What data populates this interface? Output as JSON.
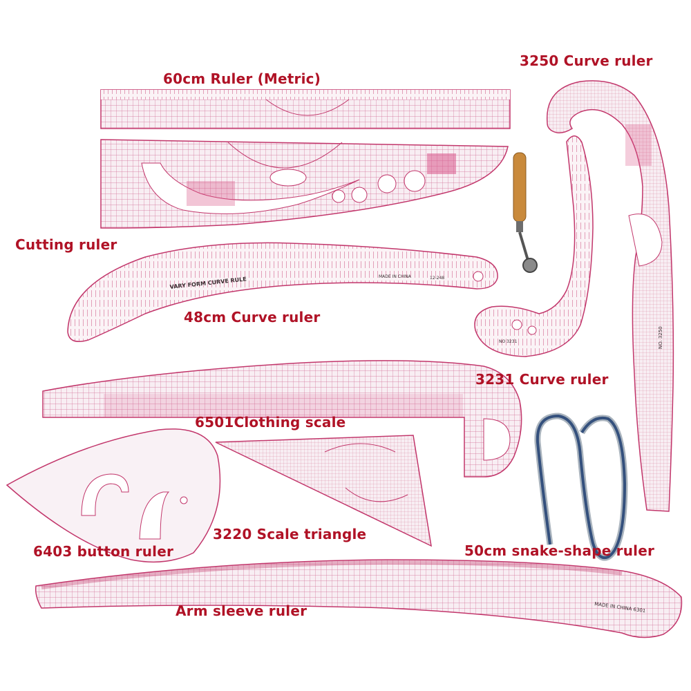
{
  "colors": {
    "label": "#b01226",
    "ruler_line": "#c2366b",
    "ruler_fill": "#f7eef3",
    "snake_blue": "#34507d",
    "snake_grey": "#a9b3bd",
    "wood_handle": "#c98a3c",
    "background": "#ffffff"
  },
  "labels": {
    "metric_ruler": "60cm Ruler (Metric)",
    "curve_3250": "3250 Curve ruler",
    "cutting": "Cutting ruler",
    "curve_48": "48cm Curve ruler",
    "curve_3231": "3231 Curve ruler",
    "clothing_6501": "6501Clothing scale",
    "triangle_3220": "3220 Scale triangle",
    "button_6403": "6403 button ruler",
    "snake_50": "50cm snake-shape ruler",
    "arm_sleeve": "Arm sleeve ruler"
  },
  "ruler_prints": {
    "vary_form": "VARY FORM CURVE RULE",
    "made_in_china": "MADE IN CHINA",
    "model_12_248": "12-248",
    "made_in_china_6301": "MADE IN CHINA 6301",
    "no_3250": "NO. 3250",
    "no_3231": "NO 3231"
  }
}
